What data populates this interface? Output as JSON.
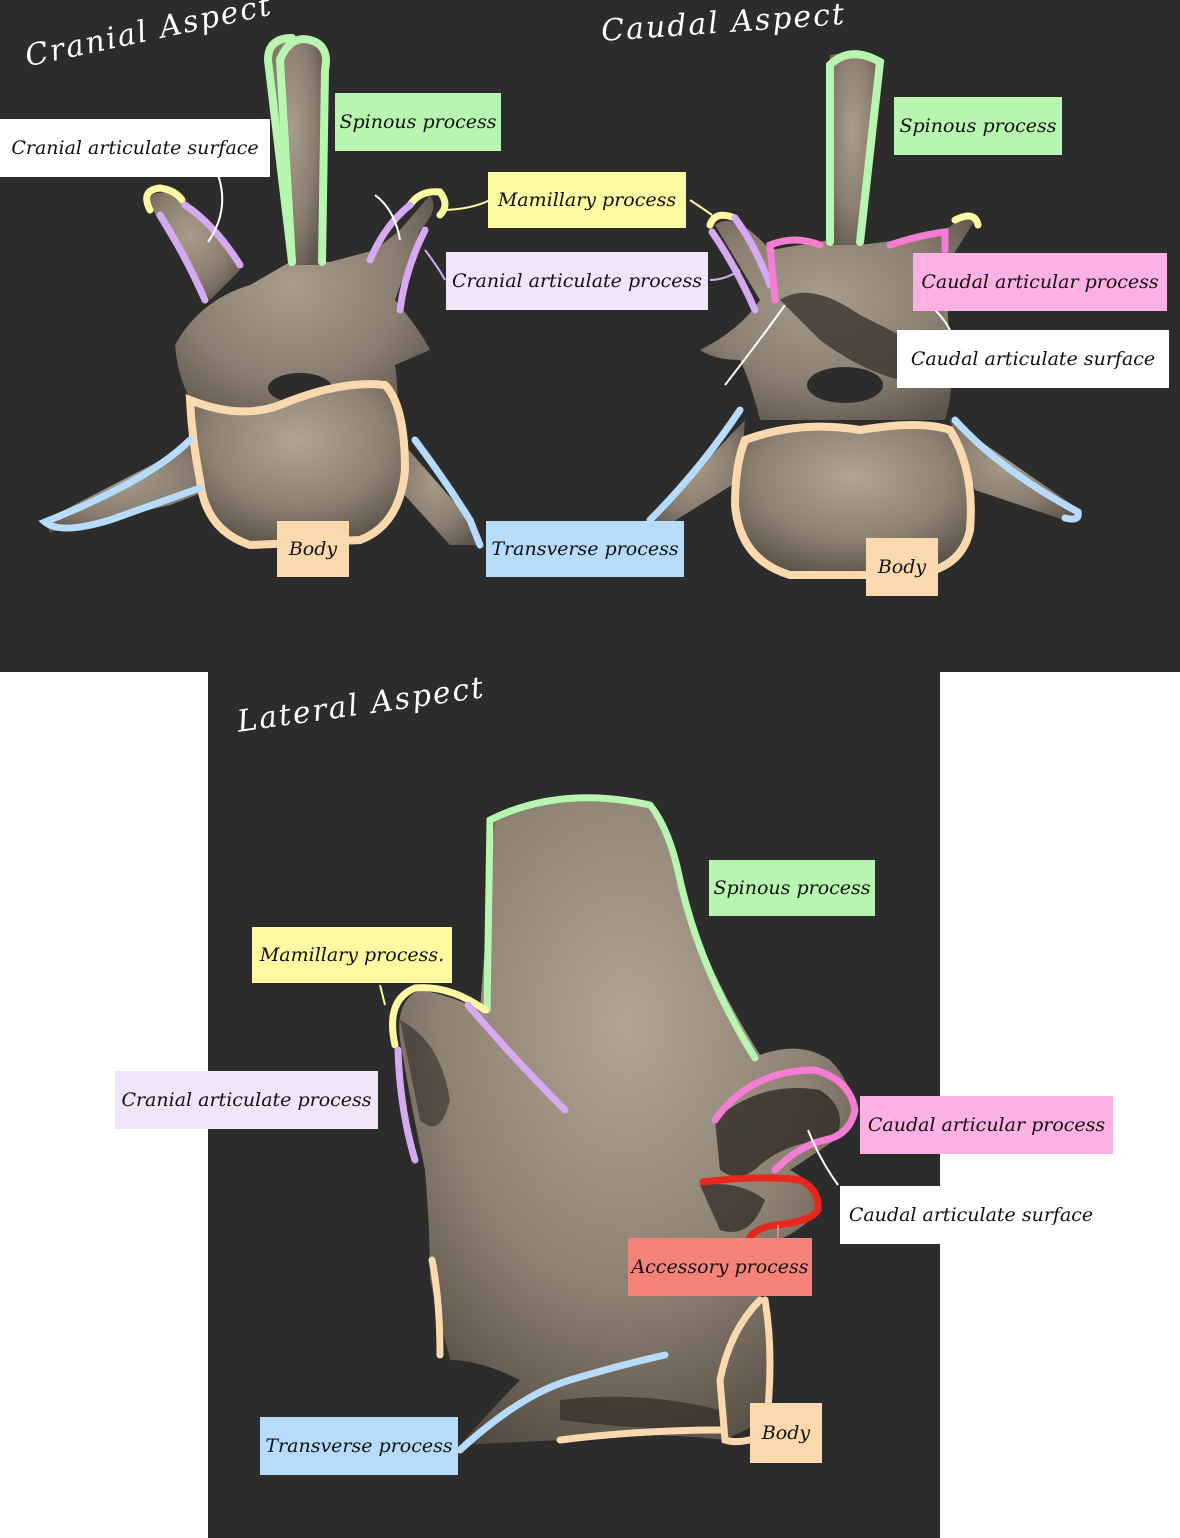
{
  "titles": {
    "cranial": "Cranial Aspect",
    "caudal": "Caudal Aspect",
    "lateral": "Lateral Aspect"
  },
  "labels": {
    "cranial_articulate_surface": "Cranial articulate surface",
    "spinous_process_1": "Spinous process",
    "mamillary_process_1": "Mamillary process",
    "cranial_articulate_process_1": "Cranial articulate process",
    "spinous_process_2": "Spinous process",
    "caudal_articular_process_1": "Caudal articular process",
    "caudal_articulate_surface_1": "Caudal articulate surface",
    "body_1": "Body",
    "transverse_process_1": "Transverse process",
    "body_2": "Body",
    "spinous_process_3": "Spinous process",
    "mamillary_process_3": "Mamillary process.",
    "cranial_articulate_process_3": "Cranial articulate process",
    "caudal_articular_process_3": "Caudal articular process",
    "caudal_articulate_surface_3": "Caudal articulate surface",
    "accessory_process_3": "Accessory process",
    "transverse_process_3": "Transverse process",
    "body_3": "Body"
  },
  "colors": {
    "background": "#2c2c2c",
    "page": "#ffffff",
    "bone": "#8e8273",
    "bone_dark": "#6b6054",
    "spinous": "#b7f5b0",
    "mamillary": "#fdfaa2",
    "cranial_articulate": "#f2e4fb",
    "cranial_outline": "#d6a9f0",
    "caudal_articular": "#fcb0e4",
    "caudal_outline": "#f57ed4",
    "body": "#fbd9af",
    "transverse": "#b7dbfb",
    "accessory": "#f5837a",
    "accessory_outline": "#e8261d",
    "white_label": "#ffffff"
  }
}
